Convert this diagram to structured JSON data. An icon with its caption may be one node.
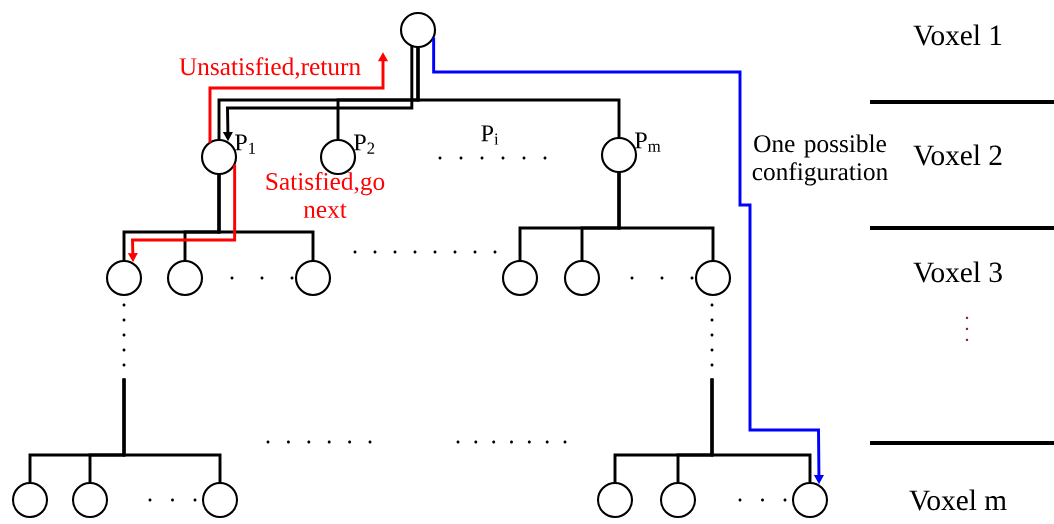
{
  "diagram": {
    "nodes": [
      {
        "text": [],
        "shape": "circle"
      },
      {
        "text": [],
        "shape": "circle",
        "beside": [
          "P$_{1}$"
        ]
      },
      {
        "text": [],
        "shape": "circle",
        "beside": [
          "P$_{2}$"
        ]
      },
      {
        "text": [],
        "shape": "circle",
        "beside": [
          "P$_{m}$"
        ]
      },
      {
        "text": [],
        "shape": "circle"
      },
      {
        "text": [],
        "shape": "circle"
      },
      {
        "text": [],
        "shape": "circle"
      },
      {
        "text": [],
        "shape": "circle"
      },
      {
        "text": [],
        "shape": "circle"
      },
      {
        "text": [],
        "shape": "circle"
      },
      {
        "text": [],
        "shape": "circle"
      },
      {
        "text": [],
        "shape": "circle"
      },
      {
        "text": [],
        "shape": "circle"
      },
      {
        "text": [],
        "shape": "circle"
      },
      {
        "text": [],
        "shape": "circle"
      },
      {
        "text": [],
        "shape": "circle"
      }
    ],
    "edges": [
      {
        "from": 0,
        "to": 1,
        "arrow": "none"
      },
      {
        "from": 0,
        "to": 2,
        "arrow": "none"
      },
      {
        "from": 0,
        "to": 3,
        "arrow": "none"
      },
      {
        "from": 1,
        "to": 4,
        "arrow": "none"
      },
      {
        "from": 1,
        "to": 5,
        "arrow": "none"
      },
      {
        "from": 1,
        "to": 6,
        "arrow": "none"
      },
      {
        "from": 3,
        "to": 7,
        "arrow": "none"
      },
      {
        "from": 3,
        "to": 8,
        "arrow": "none"
      },
      {
        "from": 3,
        "to": 9,
        "arrow": "none"
      },
      {
        "from": null,
        "to": 10,
        "arrow": "none"
      },
      {
        "from": null,
        "to": 11,
        "arrow": "none"
      },
      {
        "from": null,
        "to": 12,
        "arrow": "none"
      },
      {
        "from": null,
        "to": 13,
        "arrow": "none"
      },
      {
        "from": null,
        "to": 14,
        "arrow": "none"
      },
      {
        "from": null,
        "to": 15,
        "arrow": "none"
      },
      {
        "from": 1,
        "to": 0,
        "arrow": "to",
        "label": "Unsatisfied,return",
        "color": "#ff0000"
      },
      {
        "from": 0,
        "to": 1,
        "arrow": "to"
      },
      {
        "from": 1,
        "to": 4,
        "arrow": "to",
        "label": "Satisfied,go next",
        "color": "#ff0000"
      },
      {
        "from": 0,
        "to": 15,
        "arrow": "to",
        "label": "One possible configuration",
        "color": "#0000ff"
      }
    ],
    "labels": [
      "Voxel 1",
      "P$_{i}$",
      "Voxel 2",
      "Voxel 3",
      "Voxel m"
    ]
  }
}
